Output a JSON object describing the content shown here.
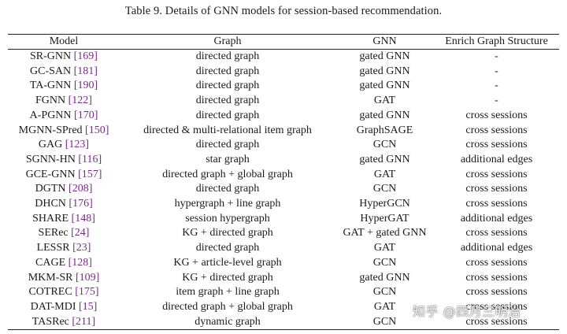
{
  "caption": "Table 9.  Details of GNN models for session-based recommendation.",
  "table": {
    "headers": {
      "model": "Model",
      "graph": "Graph",
      "gnn": "GNN",
      "enrich": "Enrich Graph Structure"
    },
    "rows": [
      {
        "name": "SR-GNN",
        "ref": "[169]",
        "graph": "directed graph",
        "gnn": "gated GNN",
        "enrich": "-"
      },
      {
        "name": "GC-SAN",
        "ref": "[181]",
        "graph": "directed graph",
        "gnn": "gated GNN",
        "enrich": "-"
      },
      {
        "name": "TA-GNN",
        "ref": "[190]",
        "graph": "directed graph",
        "gnn": "gated GNN",
        "enrich": "-"
      },
      {
        "name": "FGNN",
        "ref": "[122]",
        "graph": "directed graph",
        "gnn": "GAT",
        "enrich": "-"
      },
      {
        "name": "A-PGNN",
        "ref": "[170]",
        "graph": "directed graph",
        "gnn": "gated GNN",
        "enrich": "cross sessions"
      },
      {
        "name": "MGNN-SPred",
        "ref": "[150]",
        "graph": "directed & multi-relational item graph",
        "gnn": "GraphSAGE",
        "enrich": "cross sessions"
      },
      {
        "name": "GAG",
        "ref": "[123]",
        "graph": "directed graph",
        "gnn": "GCN",
        "enrich": "cross sessions"
      },
      {
        "name": "SGNN-HN",
        "ref": "[116]",
        "graph": "star graph",
        "gnn": "gated GNN",
        "enrich": "additional edges"
      },
      {
        "name": "GCE-GNN",
        "ref": "[157]",
        "graph": "directed graph + global graph",
        "gnn": "GAT",
        "enrich": "cross sessions"
      },
      {
        "name": "DGTN",
        "ref": "[208]",
        "graph": "directed graph",
        "gnn": "GCN",
        "enrich": "cross sessions"
      },
      {
        "name": "DHCN",
        "ref": "[176]",
        "graph": "hypergraph + line graph",
        "gnn": "HyperGCN",
        "enrich": "cross sessions"
      },
      {
        "name": "SHARE",
        "ref": "[148]",
        "graph": "session hypergraph",
        "gnn": "HyperGAT",
        "enrich": "additional edges"
      },
      {
        "name": "SERec",
        "ref": "[24]",
        "graph": "KG + directed graph",
        "gnn": "GAT + gated GNN",
        "enrich": "cross sessions"
      },
      {
        "name": "LESSR",
        "ref": "[23]",
        "graph": "directed graph",
        "gnn": "GAT",
        "enrich": "additional edges"
      },
      {
        "name": "CAGE",
        "ref": "[128]",
        "graph": "KG + article-level graph",
        "gnn": "GCN",
        "enrich": "cross sessions"
      },
      {
        "name": "MKM-SR",
        "ref": "[109]",
        "graph": "KG + directed graph",
        "gnn": "gated GNN",
        "enrich": "cross sessions"
      },
      {
        "name": "COTREC",
        "ref": "[175]",
        "graph": "item graph + line graph",
        "gnn": "GCN",
        "enrich": "cross sessions"
      },
      {
        "name": "DAT-MDI",
        "ref": "[15]",
        "graph": "directed graph + global graph",
        "gnn": "GAT",
        "enrich": "cross sessions"
      },
      {
        "name": "TASRec",
        "ref": "[211]",
        "graph": "dynamic graph",
        "gnn": "GCN",
        "enrich": "cross sessions"
      }
    ]
  },
  "watermark": "知乎 @四月三明治",
  "colors": {
    "text": "#1a1a1a",
    "reference": "#7a2a8a",
    "rule": "#222222"
  }
}
